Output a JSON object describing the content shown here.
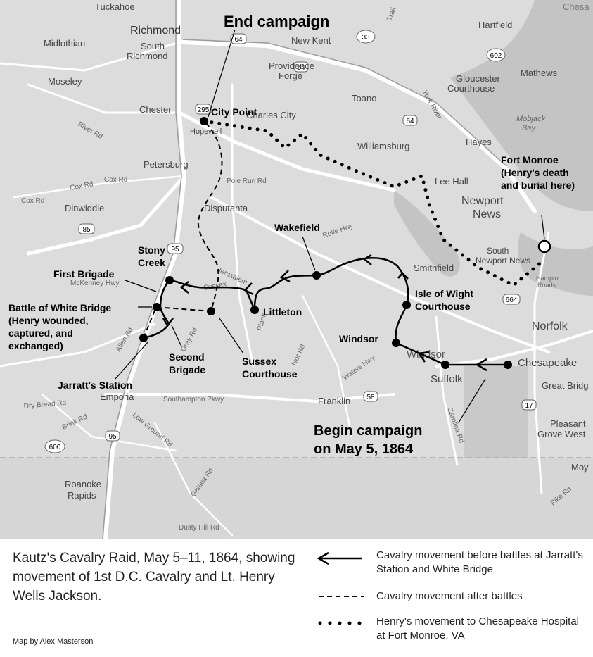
{
  "map": {
    "background": "#dcdcdc",
    "road_color": "#ffffff",
    "route_color": "#000000",
    "place_labels": [
      "Tuckahoe",
      "Richmond",
      "South Richmond",
      "Midlothian",
      "Moseley",
      "Chester",
      "Petersburg",
      "Dinwiddie",
      "Hopewell",
      "Charles City",
      "New Kent",
      "Providence Forge",
      "Toano",
      "Williamsburg",
      "Hartfield",
      "Gloucester Courthouse",
      "Mathews",
      "Mobjack Bay",
      "Hayes",
      "Lee Hall",
      "Newport News",
      "South Newport News",
      "Hampton Roads",
      "Norfolk",
      "Chesapeake",
      "Great Bridg",
      "Pleasant Grove West",
      "Suffolk",
      "Smithfield",
      "Windsor",
      "Franklin",
      "Emporia",
      "Roanoke Rapids",
      "Disputanta",
      "Moy",
      "Chesa"
    ],
    "road_labels": [
      "River Rd",
      "Cox Rd",
      "Cox Rd",
      "Cox Rd",
      "Pole Run Rd",
      "Rolfe Hwy",
      "McKenney Hwy",
      "Jerusalem",
      "Gray Rd",
      "Allen Rd",
      "Ivor Rd",
      "Waters Hwy",
      "Southampton Pkwy",
      "Dry Bread Rd",
      "Brink Rd",
      "Low Ground Rd",
      "Galatia Rd",
      "Dusty Hill Rd",
      "Carolina Rd",
      "Pike Rd",
      "York River",
      "Trail",
      "Sussex",
      "Plank"
    ],
    "shields": [
      "64",
      "33",
      "602",
      "295",
      "85",
      "95",
      "600",
      "58",
      "17",
      "664",
      "64",
      "64",
      "95"
    ],
    "annotations": {
      "end_campaign": "End campaign",
      "city_point": "City Point",
      "fort_monroe": [
        "Fort Monroe",
        "(Henry's death",
        "and burial here)"
      ],
      "wakefield": "Wakefield",
      "stony_creek": [
        "Stony",
        "Creek"
      ],
      "first_brigade": "First Brigade",
      "white_bridge": [
        "Battle of White Bridge",
        "(Henry wounded,",
        "captured, and",
        "exchanged)"
      ],
      "second_brigade": [
        "Second",
        "Brigade"
      ],
      "jarratts": "Jarratt's Station",
      "sussex": [
        "Sussex",
        "Courthouse"
      ],
      "littleton": "Littleton",
      "isle_of_wight": [
        "Isle of Wight",
        "Courthouse"
      ],
      "windsor": "Windsor",
      "begin_campaign": [
        "Begin campaign",
        "on May 5, 1864"
      ]
    }
  },
  "legend": {
    "caption": "Kautz's Cavalry Raid, May 5–11, 1864, showing movement of 1st D.C. Cavalry and Lt. Henry Wells Jackson.",
    "credit": "Map by Alex Masterson",
    "items": [
      {
        "style": "solid-arrow",
        "label": "Cavalry movement before battles at Jarratt's Station and White Bridge"
      },
      {
        "style": "dashed",
        "label": "Cavalry movement after battles"
      },
      {
        "style": "dotted",
        "label": "Henry's movement to Chesapeake Hospital at Fort Monroe, VA"
      }
    ]
  }
}
